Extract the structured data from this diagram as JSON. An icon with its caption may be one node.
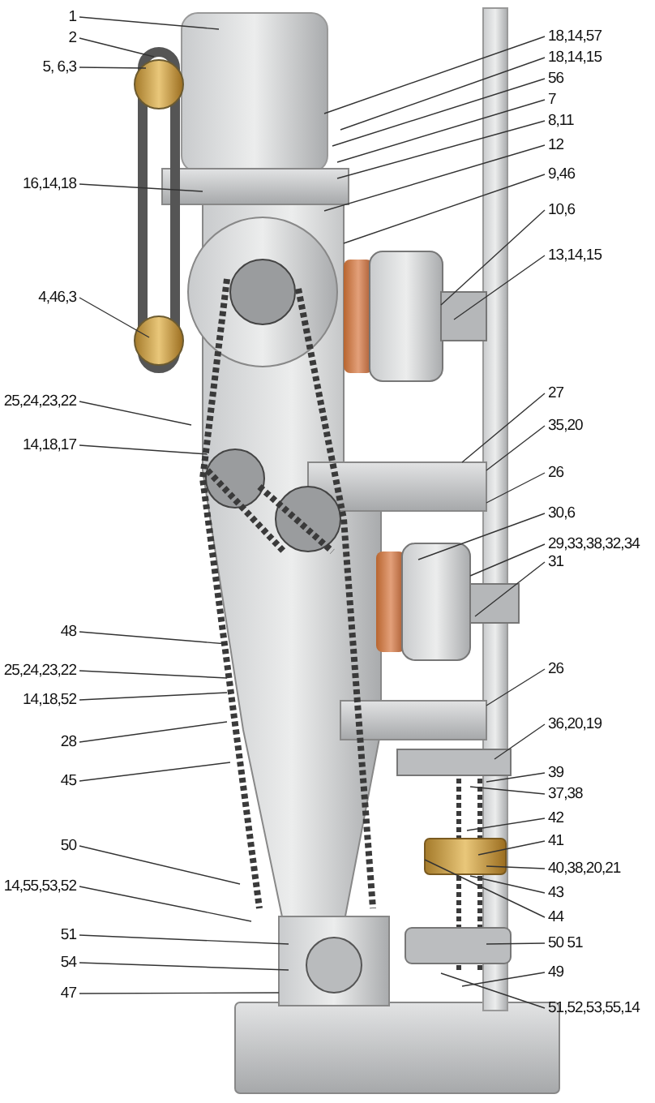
{
  "diagram": {
    "nodes": [
      {
        "text": [
          "1"
        ]
      },
      {
        "text": [
          "2"
        ]
      },
      {
        "text": [
          "5, 6,3"
        ]
      },
      {
        "text": [
          "16,14,18"
        ]
      },
      {
        "text": [
          "4,46,3"
        ]
      },
      {
        "text": [
          "25,24,23,22"
        ]
      },
      {
        "text": [
          "14,18,17"
        ]
      },
      {
        "text": [
          "48"
        ]
      },
      {
        "text": [
          "25,24,23,22"
        ]
      },
      {
        "text": [
          "14,18,52"
        ]
      },
      {
        "text": [
          "28"
        ]
      },
      {
        "text": [
          "45"
        ]
      },
      {
        "text": [
          "50"
        ]
      },
      {
        "text": [
          "14,55,53,52"
        ]
      },
      {
        "text": [
          "51"
        ]
      },
      {
        "text": [
          "54"
        ]
      },
      {
        "text": [
          "47"
        ]
      },
      {
        "text": [
          "18,14,57"
        ]
      },
      {
        "text": [
          "18,14,15"
        ]
      },
      {
        "text": [
          "56"
        ]
      },
      {
        "text": [
          "7"
        ]
      },
      {
        "text": [
          "8,11"
        ]
      },
      {
        "text": [
          "12"
        ]
      },
      {
        "text": [
          "9,46"
        ]
      },
      {
        "text": [
          "10,6"
        ]
      },
      {
        "text": [
          "13,14,15"
        ]
      },
      {
        "text": [
          "27"
        ]
      },
      {
        "text": [
          "35,20"
        ]
      },
      {
        "text": [
          "26"
        ]
      },
      {
        "text": [
          "30,6"
        ]
      },
      {
        "text": [
          "29,33,38,32,34"
        ]
      },
      {
        "text": [
          "31"
        ]
      },
      {
        "text": [
          "26"
        ]
      },
      {
        "text": [
          "36,20,19"
        ]
      },
      {
        "text": [
          "39"
        ]
      },
      {
        "text": [
          "37,38"
        ]
      },
      {
        "text": [
          "42"
        ]
      },
      {
        "text": [
          "41"
        ]
      },
      {
        "text": [
          "40,38,20,21"
        ]
      },
      {
        "text": [
          "43"
        ]
      },
      {
        "text": [
          "44"
        ]
      },
      {
        "text": [
          "50 51"
        ]
      },
      {
        "text": [
          "49"
        ]
      },
      {
        "text": [
          "51,52,53,55,14"
        ]
      }
    ],
    "edges": [
      {
        "from": 0,
        "to": null,
        "arrow": "none"
      },
      {
        "from": 1,
        "to": null,
        "arrow": "none"
      },
      {
        "from": 2,
        "to": null,
        "arrow": "none"
      },
      {
        "from": 3,
        "to": null,
        "arrow": "none"
      },
      {
        "from": 4,
        "to": null,
        "arrow": "none"
      },
      {
        "from": 5,
        "to": null,
        "arrow": "none"
      },
      {
        "from": 6,
        "to": null,
        "arrow": "none"
      },
      {
        "from": 7,
        "to": null,
        "arrow": "none"
      },
      {
        "from": 8,
        "to": null,
        "arrow": "none"
      },
      {
        "from": 9,
        "to": null,
        "arrow": "none"
      },
      {
        "from": 10,
        "to": null,
        "arrow": "none"
      },
      {
        "from": 11,
        "to": null,
        "arrow": "none"
      },
      {
        "from": 12,
        "to": null,
        "arrow": "none"
      },
      {
        "from": 13,
        "to": null,
        "arrow": "none"
      },
      {
        "from": 14,
        "to": null,
        "arrow": "none"
      },
      {
        "from": 15,
        "to": null,
        "arrow": "none"
      },
      {
        "from": 16,
        "to": null,
        "arrow": "none"
      },
      {
        "from": 17,
        "to": null,
        "arrow": "none"
      },
      {
        "from": 18,
        "to": null,
        "arrow": "none"
      },
      {
        "from": 19,
        "to": null,
        "arrow": "none"
      },
      {
        "from": 20,
        "to": null,
        "arrow": "none"
      },
      {
        "from": 21,
        "to": null,
        "arrow": "none"
      },
      {
        "from": 22,
        "to": null,
        "arrow": "none"
      },
      {
        "from": 23,
        "to": null,
        "arrow": "none"
      },
      {
        "from": 24,
        "to": null,
        "arrow": "none"
      },
      {
        "from": 25,
        "to": null,
        "arrow": "none"
      },
      {
        "from": 26,
        "to": null,
        "arrow": "none"
      },
      {
        "from": 27,
        "to": null,
        "arrow": "none"
      },
      {
        "from": 28,
        "to": null,
        "arrow": "none"
      },
      {
        "from": 29,
        "to": null,
        "arrow": "none"
      },
      {
        "from": 30,
        "to": null,
        "arrow": "none"
      },
      {
        "from": 31,
        "to": null,
        "arrow": "none"
      },
      {
        "from": 32,
        "to": null,
        "arrow": "none"
      },
      {
        "from": 33,
        "to": null,
        "arrow": "none"
      },
      {
        "from": 34,
        "to": null,
        "arrow": "none"
      },
      {
        "from": 35,
        "to": null,
        "arrow": "none"
      },
      {
        "from": 36,
        "to": null,
        "arrow": "none"
      },
      {
        "from": 37,
        "to": null,
        "arrow": "none"
      },
      {
        "from": 38,
        "to": null,
        "arrow": "none"
      },
      {
        "from": 39,
        "to": null,
        "arrow": "none"
      },
      {
        "from": 40,
        "to": null,
        "arrow": "none"
      },
      {
        "from": 41,
        "to": null,
        "arrow": "none"
      },
      {
        "from": 42,
        "to": null,
        "arrow": "none"
      },
      {
        "from": 43,
        "to": null,
        "arrow": "none"
      }
    ]
  }
}
